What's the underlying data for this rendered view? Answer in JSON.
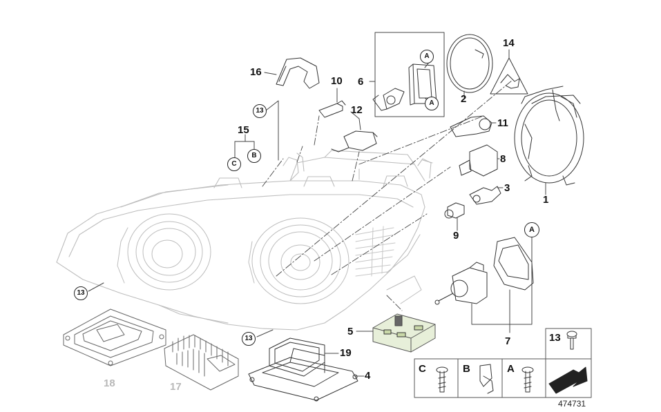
{
  "diagram_ref": "474731",
  "parts": [
    {
      "num": "1"
    },
    {
      "num": "2"
    },
    {
      "num": "3"
    },
    {
      "num": "4"
    },
    {
      "num": "5"
    },
    {
      "num": "6"
    },
    {
      "num": "7"
    },
    {
      "num": "8"
    },
    {
      "num": "9"
    },
    {
      "num": "10"
    },
    {
      "num": "11"
    },
    {
      "num": "12"
    },
    {
      "num": "14"
    },
    {
      "num": "15"
    },
    {
      "num": "16"
    },
    {
      "num": "17"
    },
    {
      "num": "18"
    },
    {
      "num": "19"
    }
  ],
  "callouts": {
    "c13": "13",
    "cA": "A",
    "cB": "B",
    "cC": "C"
  },
  "legend": {
    "c_label": "C",
    "b_label": "B",
    "a_label": "A",
    "n13_label": "13"
  }
}
